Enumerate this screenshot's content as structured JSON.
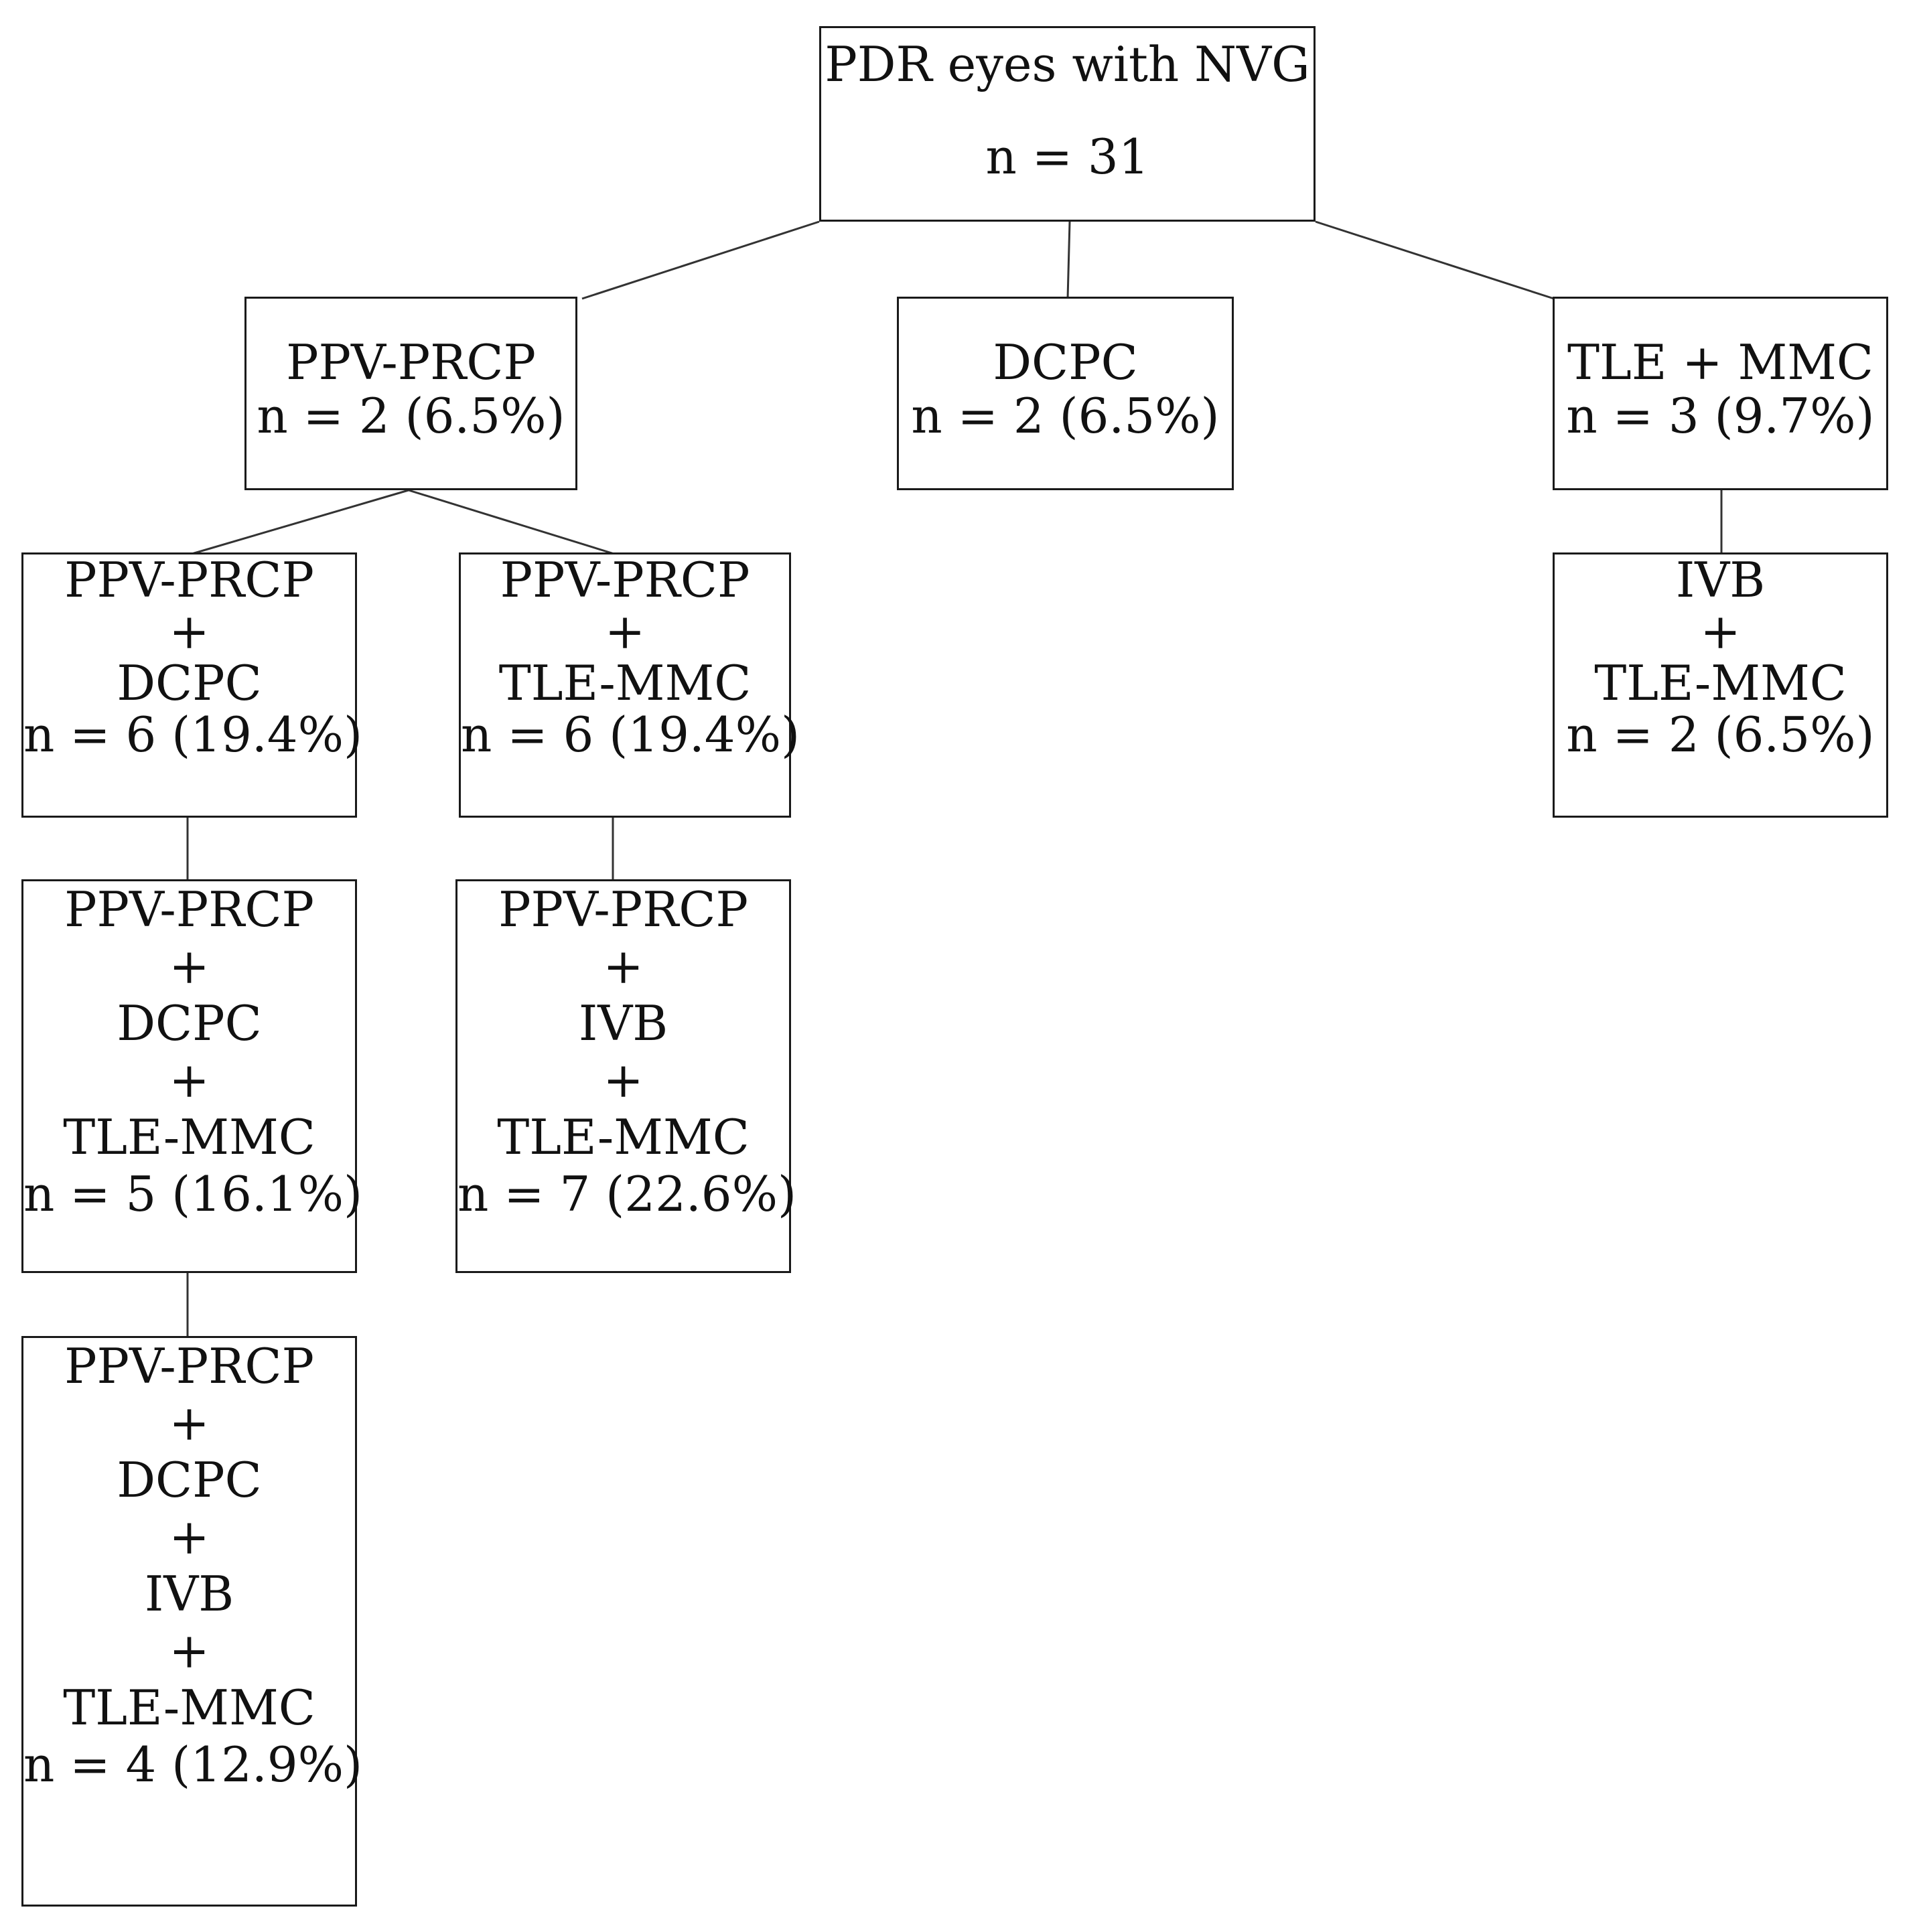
{
  "root": {
    "title": "PDR eyes with NVG",
    "count": "n = 31"
  },
  "level1": [
    {
      "label": "PPV-PRCP",
      "count": "n = 2 (6.5%)"
    },
    {
      "label": "DCPC",
      "count": "n = 2 (6.5%)"
    },
    {
      "label": "TLE + MMC",
      "count": "n = 3 (9.7%)"
    }
  ],
  "level2": [
    {
      "lines": [
        "PPV-PRCP",
        "+",
        "DCPC"
      ],
      "count": "n = 6 (19.4%)"
    },
    {
      "lines": [
        "PPV-PRCP",
        "+",
        "TLE-MMC"
      ],
      "count": "n = 6 (19.4%)"
    },
    {
      "lines": [
        "IVB",
        "+",
        "TLE-MMC"
      ],
      "count": "n = 2 (6.5%)"
    }
  ],
  "level3": [
    {
      "lines": [
        "PPV-PRCP",
        "+",
        "DCPC",
        "+",
        "TLE-MMC"
      ],
      "count": "n = 5 (16.1%)"
    },
    {
      "lines": [
        "PPV-PRCP",
        "+",
        "IVB",
        "+",
        "TLE-MMC"
      ],
      "count": "n = 7 (22.6%)"
    }
  ],
  "level4": [
    {
      "lines": [
        "PPV-PRCP",
        "+",
        "DCPC",
        "+",
        "IVB",
        "+",
        "TLE-MMC"
      ],
      "count": "n = 4 (12.9%)"
    }
  ]
}
